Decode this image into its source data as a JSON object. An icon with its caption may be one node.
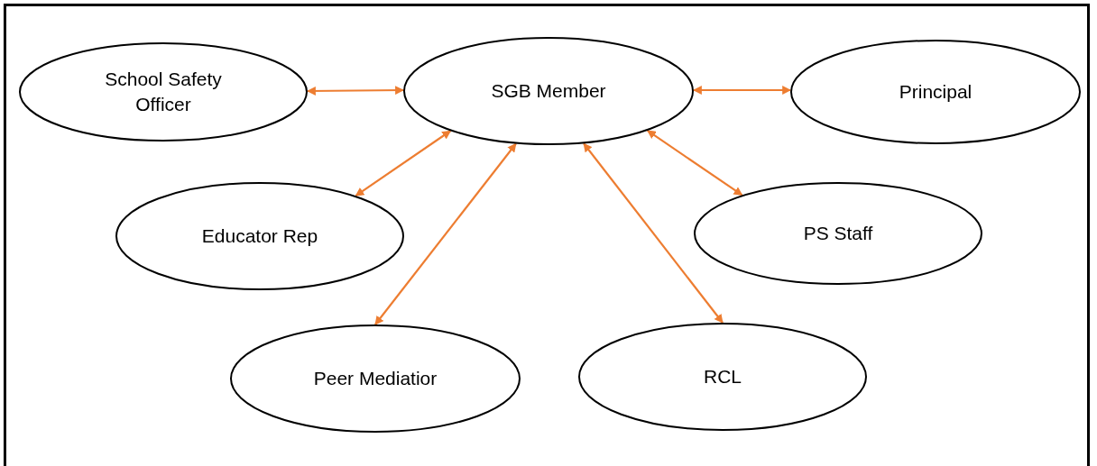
{
  "diagram": {
    "nodes": [
      {
        "text": [
          "School Safety Officer"
        ]
      },
      {
        "text": [
          "SGB Member"
        ]
      },
      {
        "text": [
          "Principal"
        ]
      },
      {
        "text": [
          "Educator Rep"
        ]
      },
      {
        "text": [
          "PS Staff"
        ]
      },
      {
        "text": [
          "Peer Mediatior"
        ]
      },
      {
        "text": [
          "RCL"
        ]
      }
    ],
    "edges": [
      {
        "from": 0,
        "to": 1,
        "arrow": "both",
        "color": "#ed7d31"
      },
      {
        "from": 1,
        "to": 2,
        "arrow": "both",
        "color": "#ed7d31"
      },
      {
        "from": 1,
        "to": 3,
        "arrow": "both",
        "color": "#ed7d31"
      },
      {
        "from": 1,
        "to": 5,
        "arrow": "both",
        "color": "#ed7d31"
      },
      {
        "from": 1,
        "to": 6,
        "arrow": "both",
        "color": "#ed7d31"
      },
      {
        "from": 1,
        "to": 4,
        "arrow": "both",
        "color": "#ed7d31"
      }
    ]
  }
}
